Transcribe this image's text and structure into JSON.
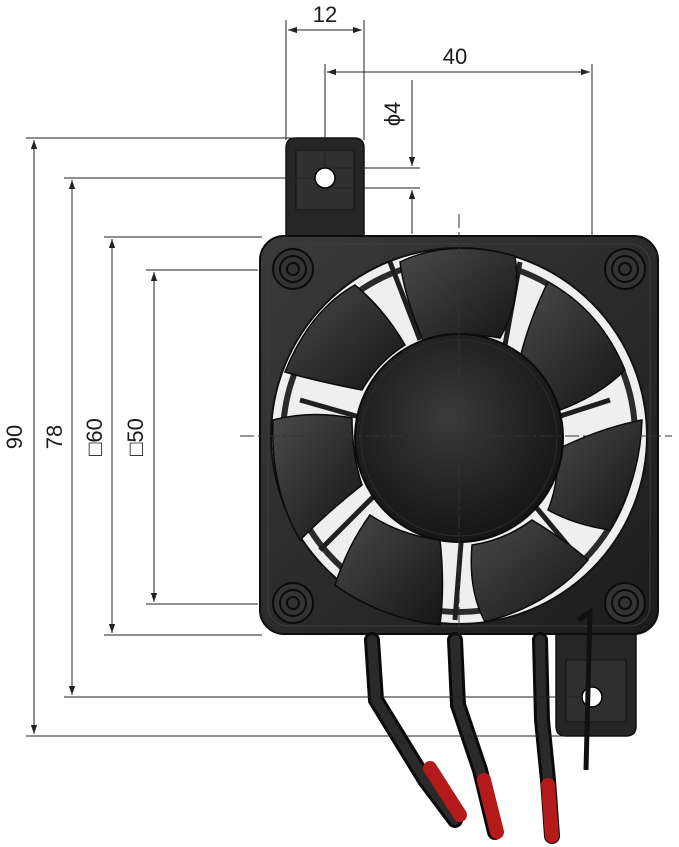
{
  "dimensions": {
    "bracket_width": "12",
    "hole_spacing": "40",
    "hole_diameter": "ϕ4",
    "overall_height": "90",
    "bracket_hole_spacing": "78",
    "frame_size": "□60",
    "inner_size": "□50"
  },
  "colors": {
    "fan_body": "#2a2a2a",
    "fan_dark": "#141414",
    "wire_black": "#1b1b1b",
    "wire_red": "#b51a1a",
    "dimension_line": "#222222"
  }
}
